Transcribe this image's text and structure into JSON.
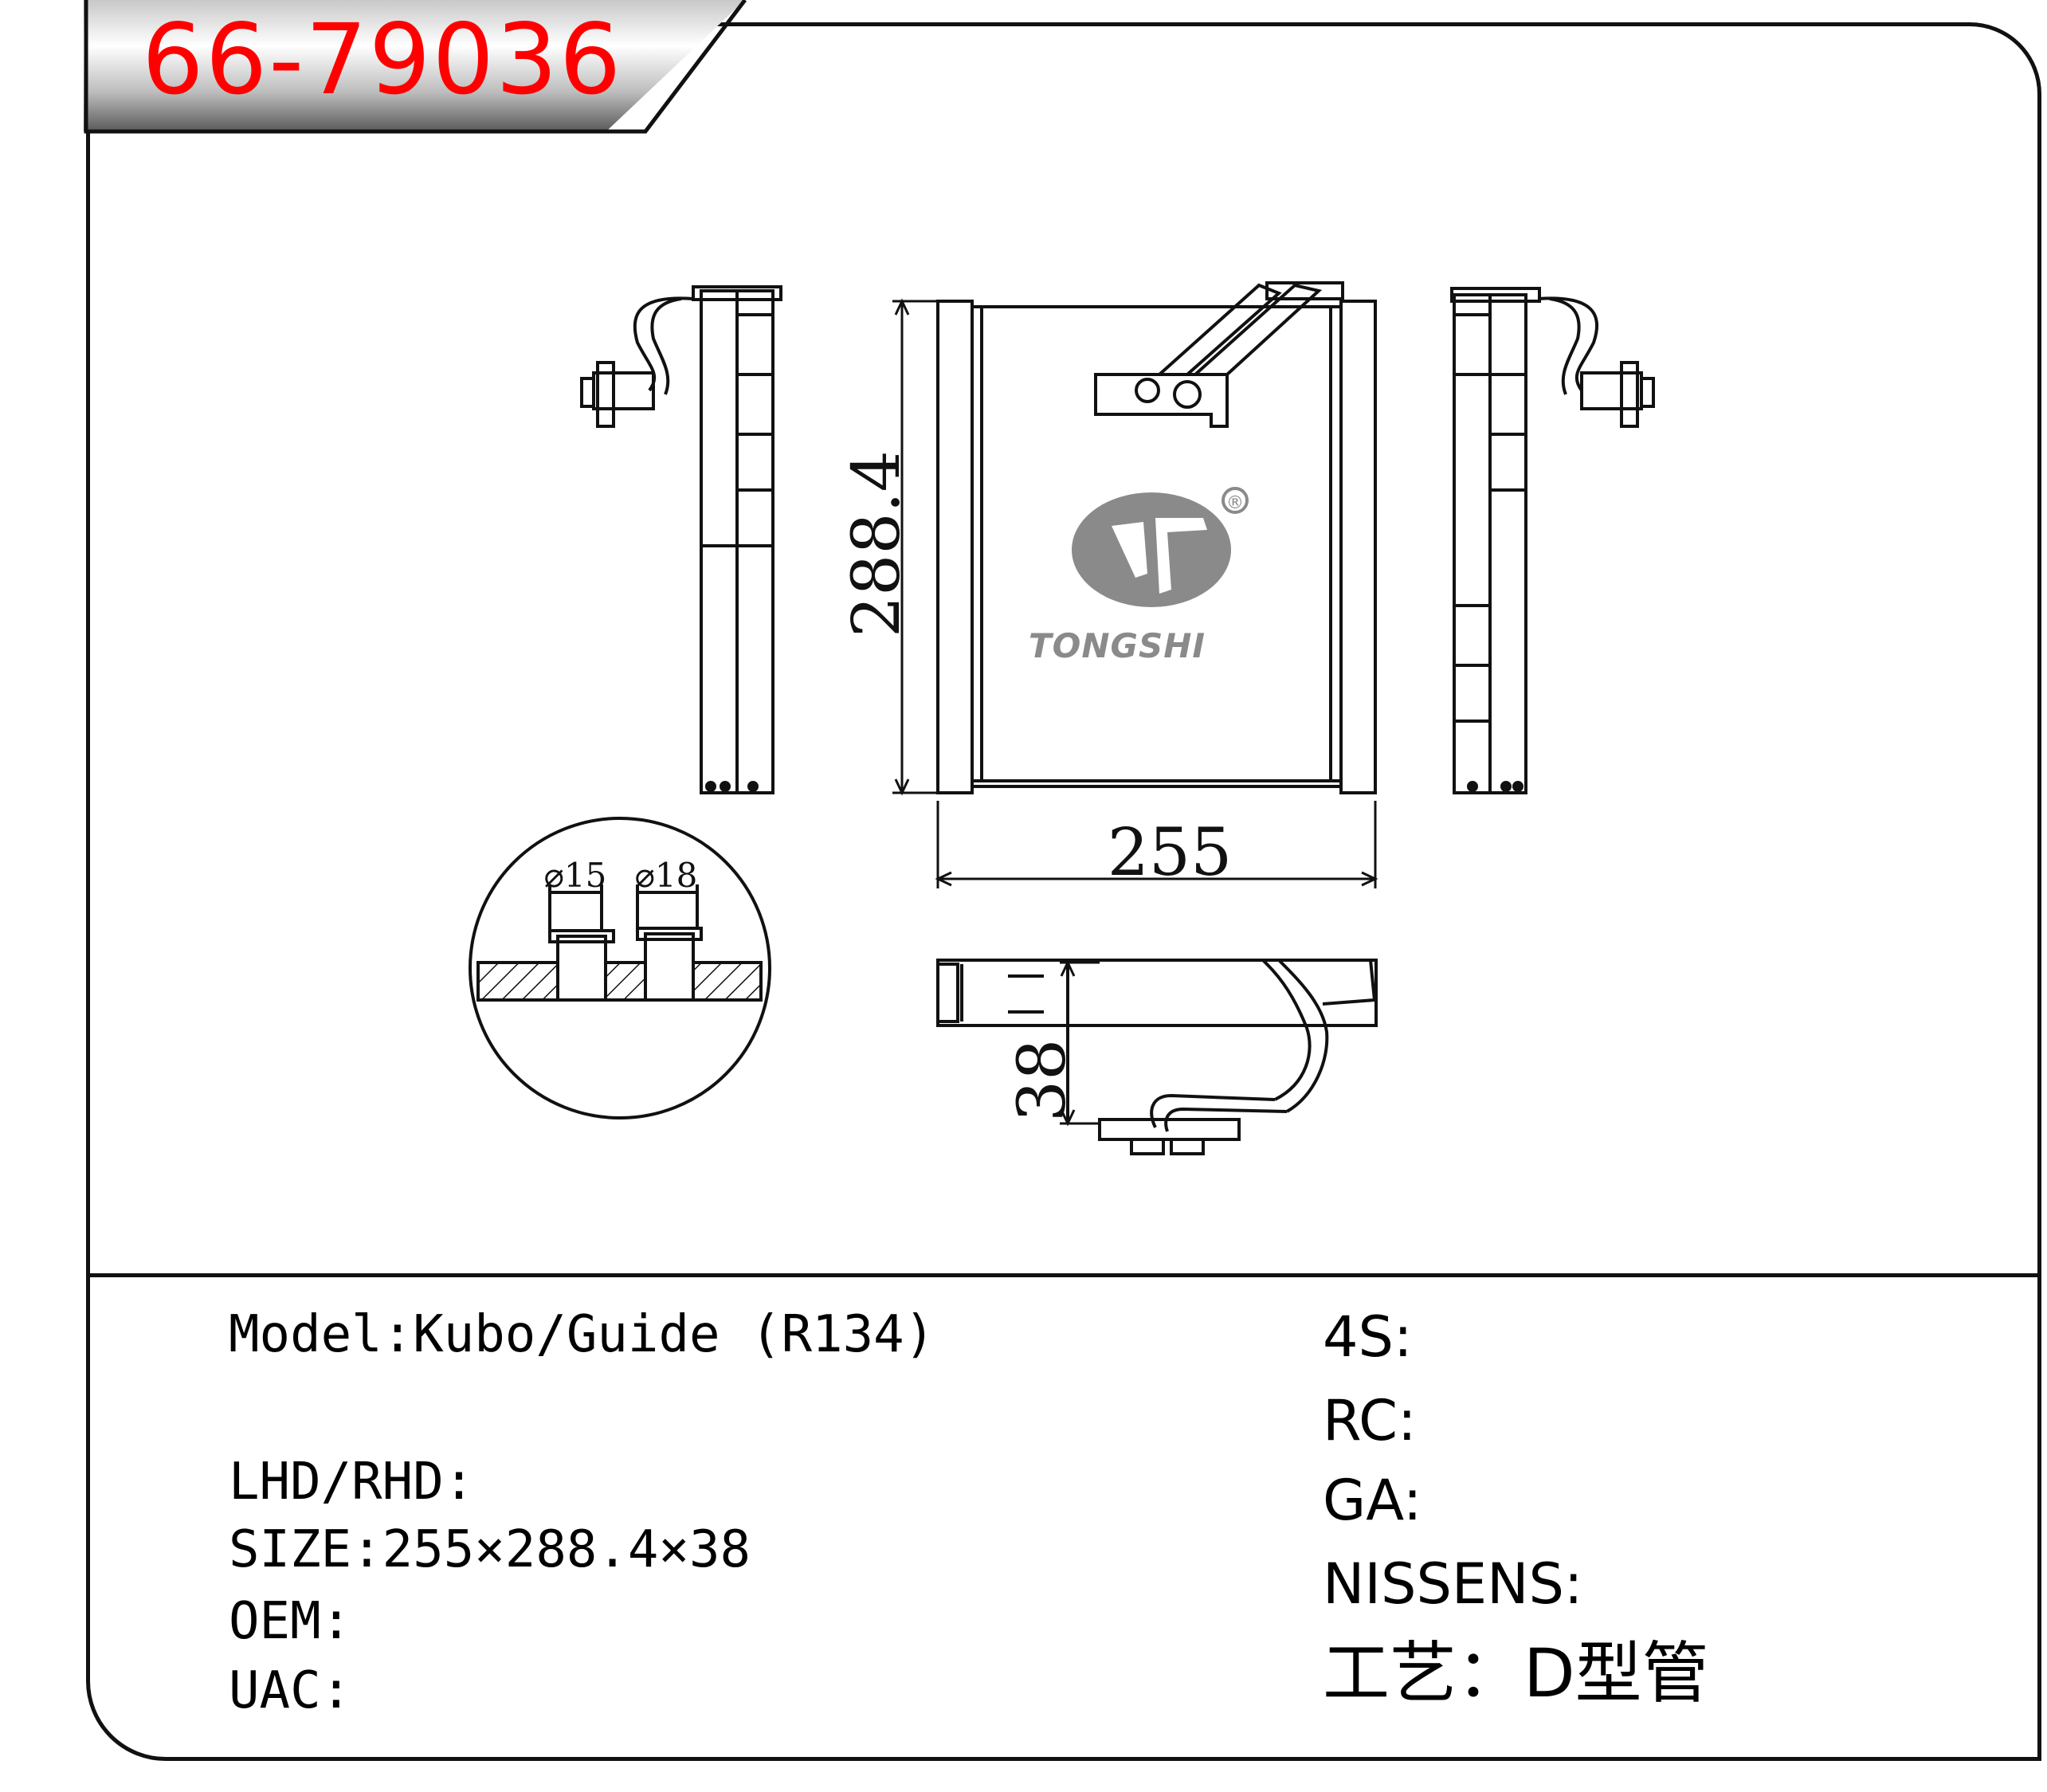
{
  "title": {
    "code": "66-79036"
  },
  "brand": {
    "wordmark": "TONGSHI",
    "registered_mark": "®"
  },
  "drawing": {
    "dim_height": "288.4",
    "dim_width": "255",
    "dim_depth": "38",
    "port_a": "⌀15",
    "port_b": "⌀18"
  },
  "specs_left": {
    "model": "Model:Kubo/Guide (R134)",
    "lhd_rhd": "LHD/RHD:",
    "size": "SIZE:255×288.4×38",
    "oem": "OEM:",
    "uac": "UAC:"
  },
  "specs_right": {
    "fours": "4S:",
    "rc": "RC:",
    "ga": "GA:",
    "nissens": "NISSENS:",
    "process": "工艺：D型管"
  },
  "colors": {
    "title_text": "#ff0000",
    "line": "#111111",
    "logo_gray": "#8a8a8a"
  }
}
